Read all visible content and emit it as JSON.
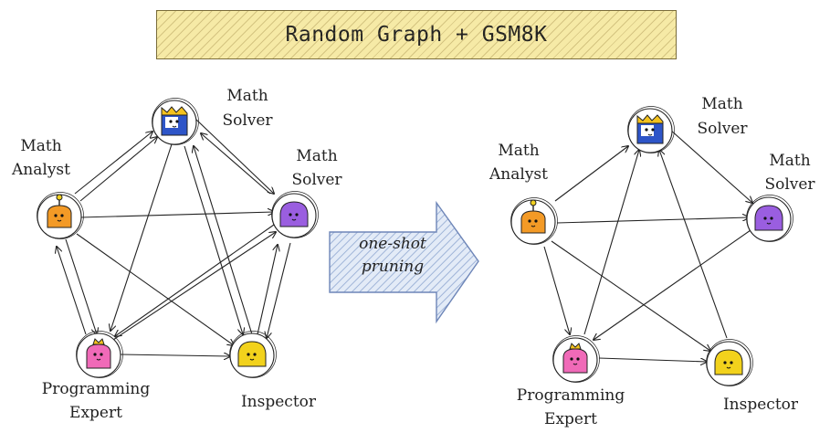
{
  "title": "Random Graph + GSM8K",
  "arrow_label_line1": "one-shot",
  "arrow_label_line2": "pruning",
  "left_graph": {
    "labels": {
      "math_solver_top_1": "Math",
      "math_solver_top_2": "Solver",
      "math_solver_right_1": "Math",
      "math_solver_right_2": "Solver",
      "math_analyst_1": "Math",
      "math_analyst_2": "Analyst",
      "programming_expert_1": "Programming",
      "programming_expert_2": "Expert",
      "inspector": "Inspector"
    }
  },
  "right_graph": {
    "labels": {
      "math_solver_top_1": "Math",
      "math_solver_top_2": "Solver",
      "math_solver_right_1": "Math",
      "math_solver_right_2": "Solver",
      "math_analyst_1": "Math",
      "math_analyst_2": "Analyst",
      "programming_expert_1": "Programming",
      "programming_expert_2": "Expert",
      "inspector": "Inspector"
    }
  },
  "node_colors": {
    "math_solver_top": "#2e55c8",
    "math_solver_right": "#9a5ee0",
    "math_analyst": "#f39a26",
    "programming_expert": "#f06ab8",
    "inspector": "#f2d21c"
  }
}
